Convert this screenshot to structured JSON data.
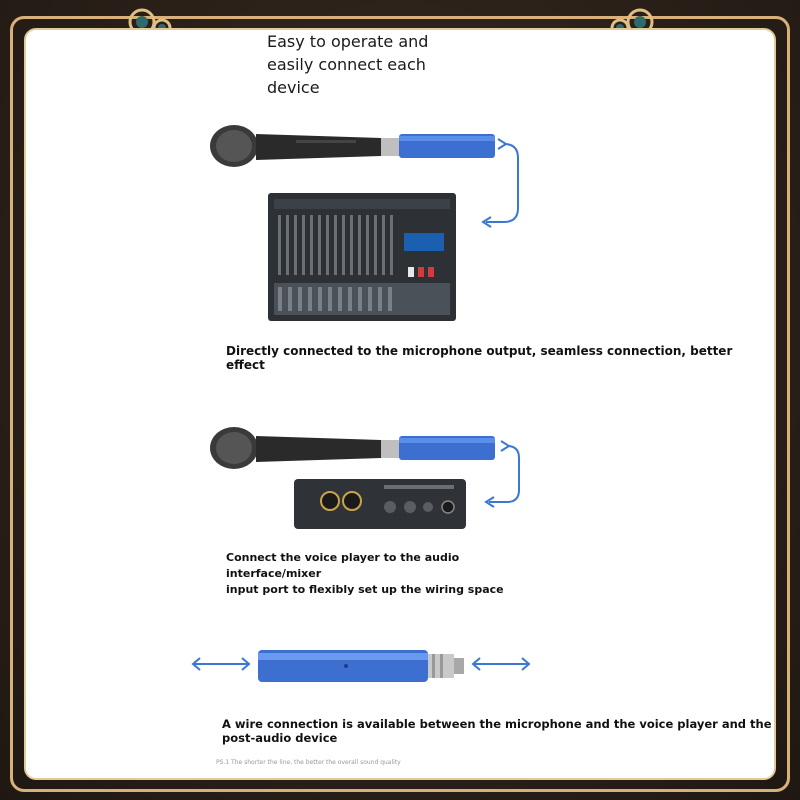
{
  "title": "Easy to operate and easily connect each device",
  "captions": {
    "mixer": "Directly connected to the microphone output, seamless connection, better effect",
    "interface_line1": "Connect the voice player to the audio interface/mixer",
    "interface_line2": "input port to flexibly set up the wiring space",
    "wire": "A wire connection is available between the microphone and the voice player and the post-audio device",
    "footnote": "PS.1 The shorter the line, the better the overall sound quality"
  },
  "icons": {
    "ornament": "cloud-ornament-icon",
    "arrow": "curved-double-arrow-icon",
    "horizontal_arrow": "double-arrow-icon"
  },
  "colors": {
    "border": "#d7b07a",
    "accent_blue": "#3a78d4",
    "adapter_blue": "#3c6fd0",
    "background": "#2b2119",
    "panel": "#ffffff"
  }
}
